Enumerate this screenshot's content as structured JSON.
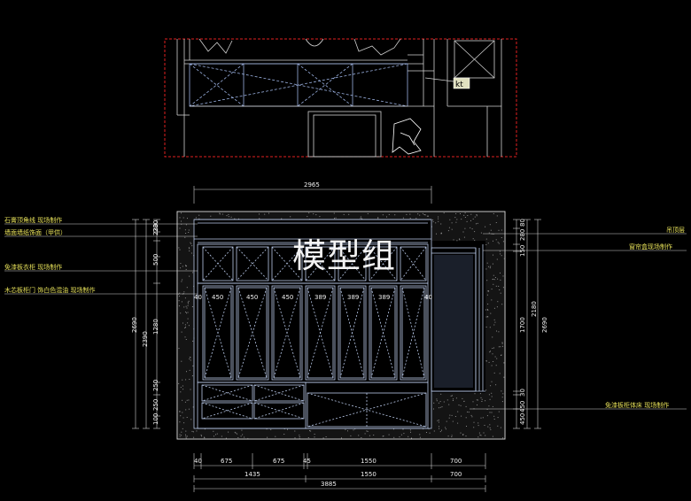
{
  "watermark": "模型组",
  "plan_tag": "kt",
  "left_labels": [
    "石膏顶角线  现场制作",
    "墙面墙纸饰面（甲供）",
    "免漆板衣柜  现场制作",
    "木芯板柜门  饰白色混油  现场制作"
  ],
  "right_labels": [
    "吊顶层",
    "窗帘盒现场制作",
    "免漆板柜体床  现场制作"
  ],
  "top_dimension": "2965",
  "panel_widths": [
    "40",
    "450",
    "450",
    "450",
    "389",
    "389",
    "389",
    "40"
  ],
  "left_dims_inner": [
    "230",
    "230",
    "500",
    "1280",
    "250",
    "250",
    "100"
  ],
  "left_dims_mid": "2390",
  "left_dims_outer": "2690",
  "right_dims_inner": [
    "80",
    "280",
    "150",
    "1700",
    "30",
    "450",
    "450"
  ],
  "right_dims_mid": "2180",
  "right_dims_outer": "2690",
  "bottom_row1": [
    "40",
    "675",
    "675",
    "45",
    "1550",
    "700"
  ],
  "bottom_row2": [
    "1435",
    "1550",
    "700"
  ],
  "bottom_total": "3885",
  "colors": {
    "background": "#000000",
    "label": "#e8e25a",
    "dimension": "#f0f0f0",
    "cabinet_lines": "#b8c8e8",
    "plan_border": "#e02020"
  }
}
